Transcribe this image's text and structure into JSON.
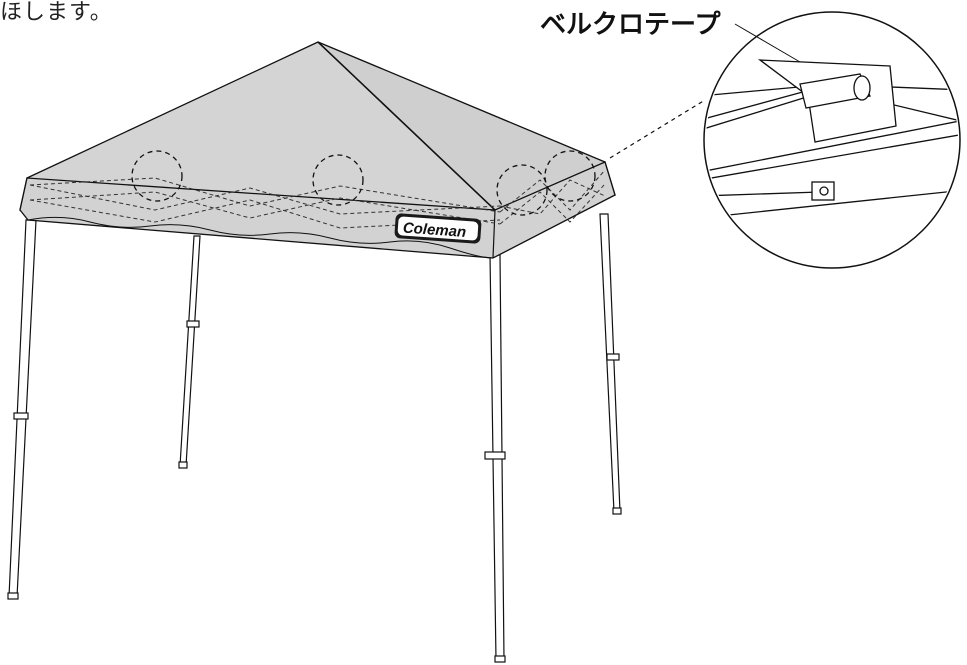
{
  "header": {
    "top_text": "ほします。"
  },
  "callout": {
    "label": "ベルクロテープ"
  },
  "canopy": {
    "brand_label": "Coleman",
    "fill_color": "#d6d6d6",
    "line_color": "#111111"
  }
}
